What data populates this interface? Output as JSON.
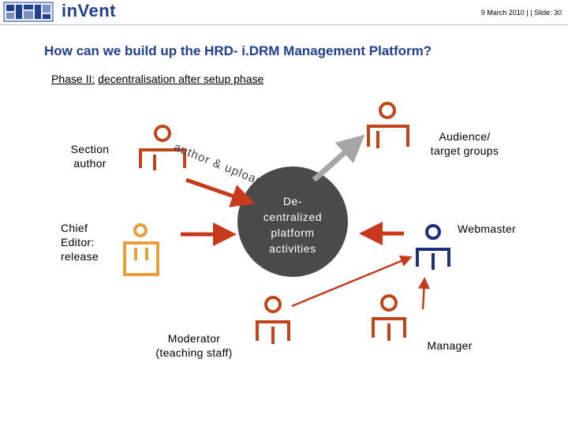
{
  "header": {
    "logo_text": "inVent",
    "slide_info": "9 March 2010 |  | Slide: 30"
  },
  "title": "How can we build up the HRD- i.DRM Management Platform?",
  "phase": {
    "prefix": "Phase II:",
    "text": "decentralisation after setup phase"
  },
  "diagram": {
    "center": {
      "line1": "De-",
      "line2": "centralized",
      "line3": "platform",
      "line4": "activities"
    },
    "section_author": {
      "line1": "Section",
      "line2": "author"
    },
    "chief_editor": {
      "line1": "Chief",
      "line2": "Editor:",
      "line3": "release"
    },
    "moderator": {
      "line1": "Moderator",
      "line2": "(teaching staff)"
    },
    "audience": {
      "line1": "Audience/",
      "line2": "target groups"
    },
    "webmaster": {
      "label": "Webmaster"
    },
    "manager": {
      "label": "Manager"
    },
    "arrow_label": "author & upload"
  },
  "colors": {
    "title_blue": "#1f3f8f",
    "person_orange_red": "#c0461a",
    "person_gold": "#e8a03a",
    "person_navy": "#1f2f7a",
    "arrow_red": "#c73a1c",
    "arrow_gray": "#a6a6a6",
    "circle_gray": "#4a4a4a"
  },
  "icons": [
    "logo-emblem-icon",
    "person-icon"
  ]
}
